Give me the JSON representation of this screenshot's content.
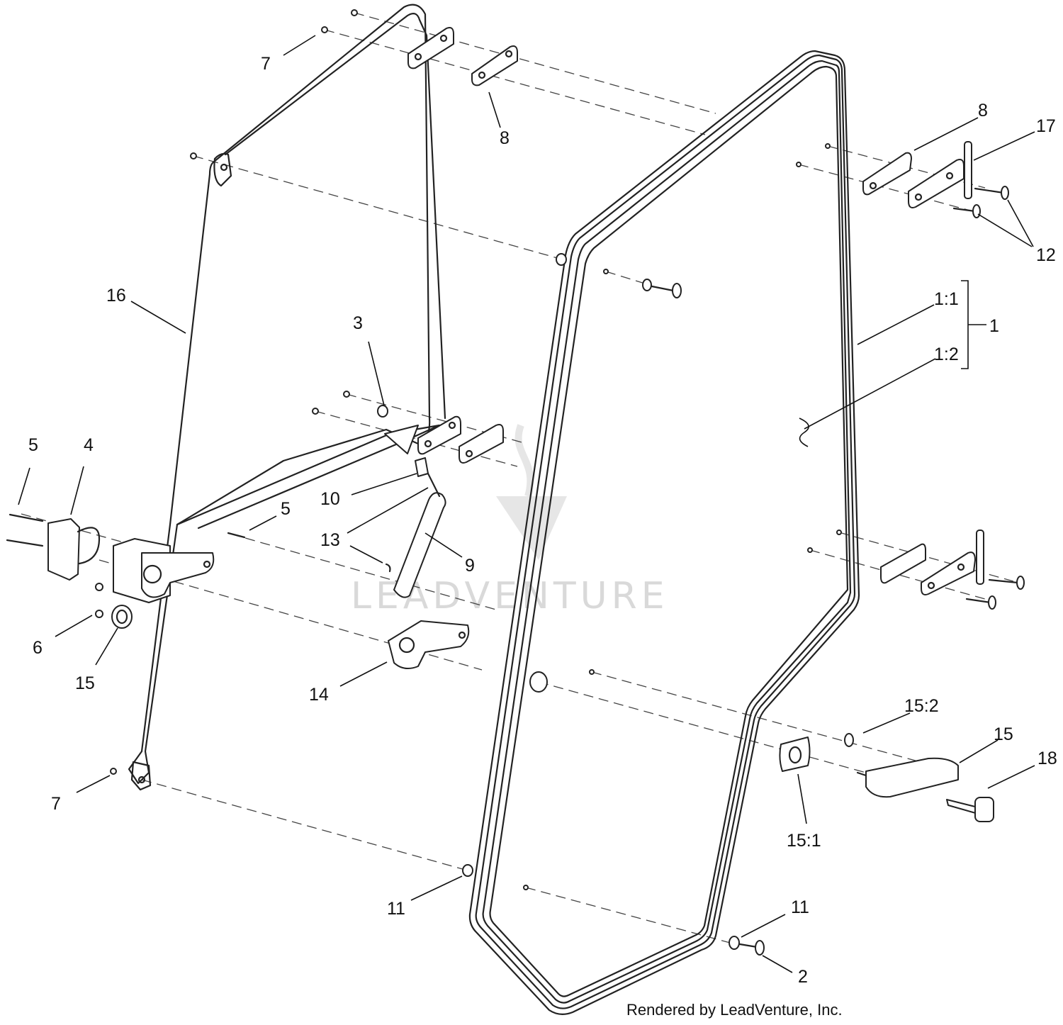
{
  "callouts": {
    "c7_top": "7",
    "c8_top": "8",
    "c8_right": "8",
    "c17": "17",
    "c12": "12",
    "c16": "16",
    "c1_1": "1:1",
    "c1": "1",
    "c1_2": "1:2",
    "c3": "3",
    "c5_left": "5",
    "c4": "4",
    "c5_mid": "5",
    "c10": "10",
    "c13": "13",
    "c9": "9",
    "c6": "6",
    "c15_left": "15",
    "c14": "14",
    "c15_2": "15:2",
    "c15_right": "15",
    "c18": "18",
    "c7_bottom": "7",
    "c15_1": "15:1",
    "c11_left": "11",
    "c11_right": "11",
    "c2": "2"
  },
  "watermark": "LEADVENTURE",
  "footer": "Rendered by LeadVenture, Inc.",
  "colors": {
    "line": "#222222",
    "watermark": "#d9d9d9",
    "background": "#ffffff"
  }
}
